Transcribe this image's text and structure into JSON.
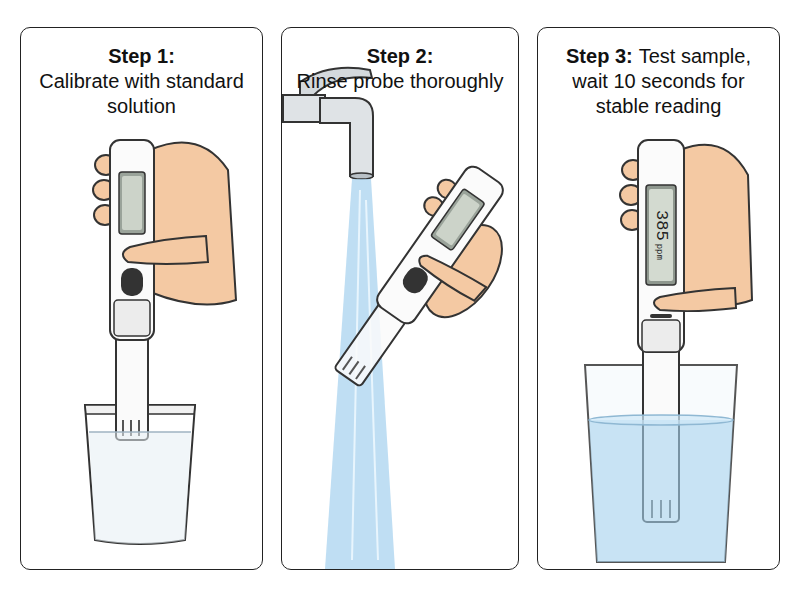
{
  "diagram": {
    "nodes": [
      {
        "text": [
          "Step 1:",
          "Calibrate with standard solution"
        ]
      },
      {
        "text": [
          "Step 2:",
          "Rinse probe thoroughly"
        ]
      },
      {
        "text": [
          "Step 3:",
          "Test sample, wait 10 seconds for stable reading"
        ]
      }
    ],
    "labels": [
      "385",
      "ppm"
    ]
  }
}
